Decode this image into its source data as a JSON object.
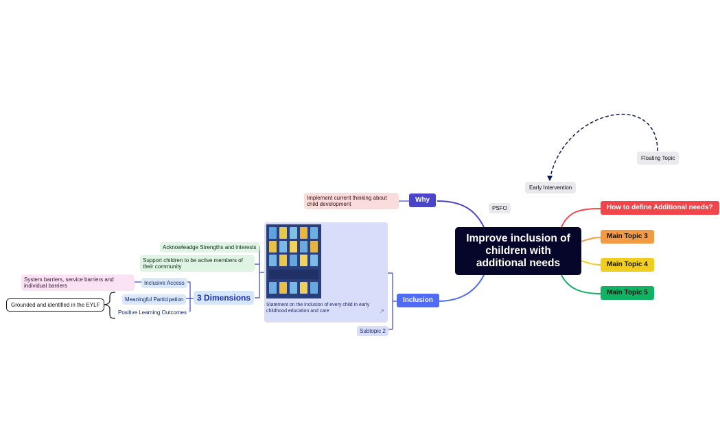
{
  "central_topic": "Improve inclusion of children with additional needs",
  "right_branches": [
    {
      "label": "How to define Additional needs?",
      "color": "#f2454a"
    },
    {
      "label": "Main Topic 3",
      "color": "#f39b44"
    },
    {
      "label": "Main Topic 4",
      "color": "#f0cd1e"
    },
    {
      "label": "Main Topic 5",
      "color": "#10b364"
    }
  ],
  "floating": {
    "psfo": "PSFO",
    "early_intervention": "Early Intervention",
    "floating_topic": "Floating Topic"
  },
  "why": {
    "label": "Why",
    "child": "Implement current thinking about child development"
  },
  "inclusion": {
    "label": "Inclusion",
    "statement": "Statement on the inclusion of every child in early childhood education and care",
    "subtopic": "Subtopic 2"
  },
  "statement_children": [
    "Acknowleadge Strengths and interests",
    "Support children to be active members of their community"
  ],
  "dimensions": {
    "label": "3 Dimensions",
    "items": [
      "Inclusive Access",
      "Meaningful Participation",
      "Positive Learning Outcomes"
    ],
    "inclusive_access_child": "System barriers, service barriers and individual barriers",
    "grounded": "Grounded and identified in the EYLF"
  },
  "colors": {
    "why_branch": "#4a44c9",
    "inclusion_branch": "#4f6cf3",
    "connector": "#3845c8"
  }
}
